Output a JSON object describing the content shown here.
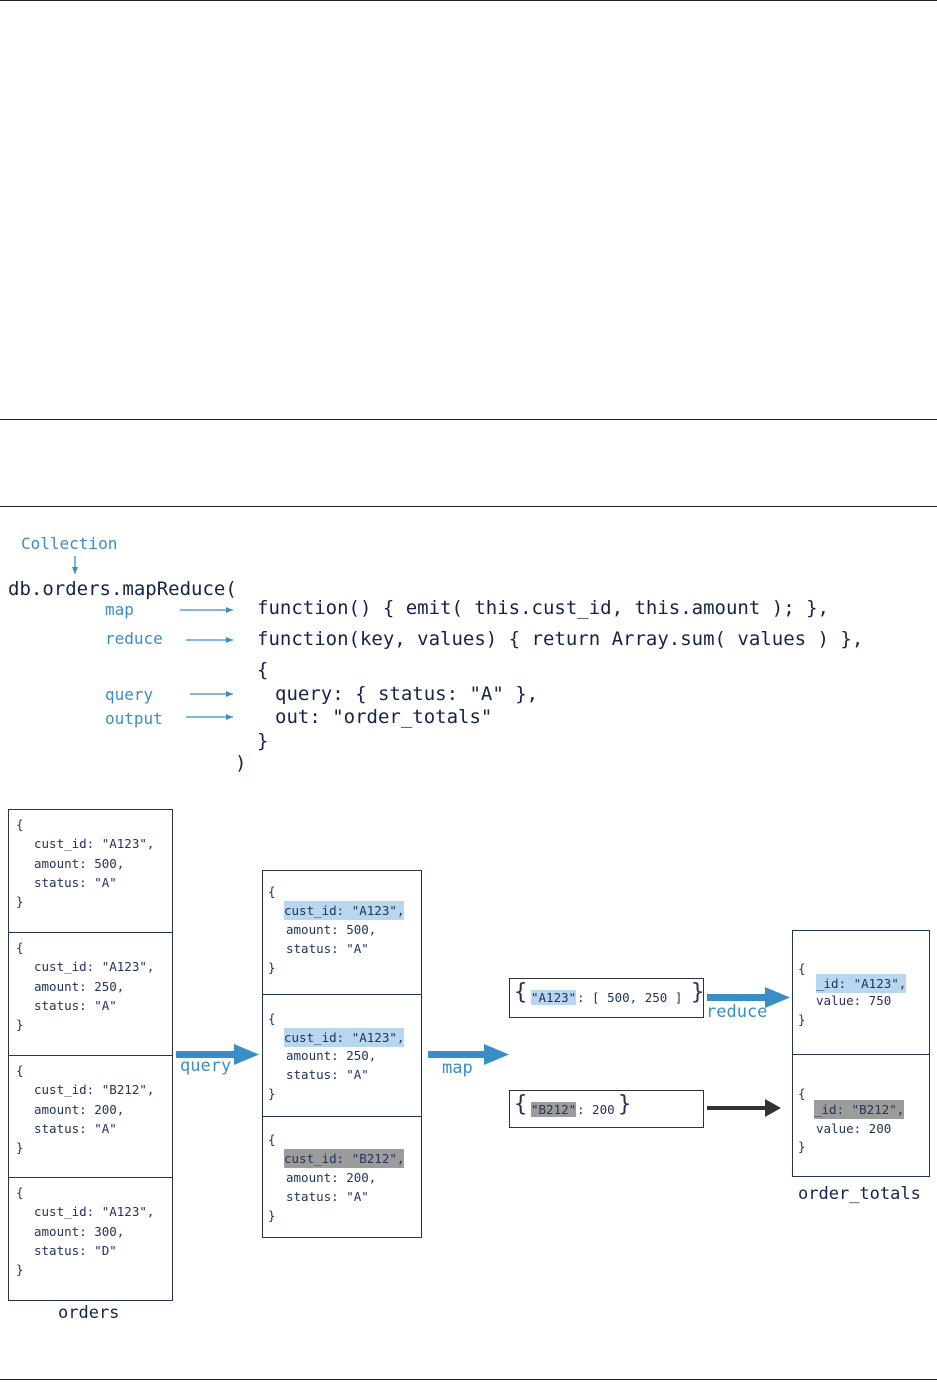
{
  "code": {
    "collection_label": "Collection",
    "line_head": "db.orders.mapReduce(",
    "map_label": "map",
    "map_code": "function() { emit( this.cust_id, this.amount ); },",
    "reduce_label": "reduce",
    "reduce_code": "function(key, values) { return Array.sum( values ) },",
    "open_brace": "{",
    "query_label": "query",
    "query_code": "query: { status: \"A\" },",
    "output_label": "output",
    "output_code": "out: \"order_totals\"",
    "close_brace": "}",
    "close_paren": ")"
  },
  "orders": {
    "caption": "orders",
    "docs": [
      {
        "cust": "cust_id: \"A123\",",
        "amount": "amount: 500,",
        "status": "status: \"A\""
      },
      {
        "cust": "cust_id: \"A123\",",
        "amount": "amount: 250,",
        "status": "status: \"A\""
      },
      {
        "cust": "cust_id: \"B212\",",
        "amount": "amount: 200,",
        "status": "status: \"A\""
      },
      {
        "cust": "cust_id: \"A123\",",
        "amount": "amount: 300,",
        "status": "status: \"D\""
      }
    ]
  },
  "query_arrow_label": "query",
  "filtered": {
    "docs": [
      {
        "cust": "cust_id: \"A123\",",
        "amount": "amount: 500,",
        "status": "status: \"A\"",
        "hl": "blue"
      },
      {
        "cust": "cust_id: \"A123\",",
        "amount": "amount: 250,",
        "status": "status: \"A\"",
        "hl": "blue"
      },
      {
        "cust": "cust_id: \"B212\",",
        "amount": "amount: 200,",
        "status": "status: \"A\"",
        "hl": "gray"
      }
    ]
  },
  "map_arrow_label": "map",
  "mapped": [
    {
      "key": "\"A123\"",
      "rest": ": [ 500, 250 ]",
      "hl": "blue"
    },
    {
      "key": "\"B212\"",
      "rest": ": 200",
      "hl": "gray"
    }
  ],
  "reduce_arrow_label": "reduce",
  "order_totals": {
    "caption": "order_totals",
    "docs": [
      {
        "id": "_id: \"A123\",",
        "value": "value: 750",
        "hl": "blue"
      },
      {
        "id": "_id: \"B212\",",
        "value": "value: 200",
        "hl": "gray"
      }
    ]
  },
  "colors": {
    "accent": "#3a8ec8",
    "dark": "#14234b",
    "highlight_blue": "#b8d6ee",
    "highlight_gray": "#9c9c9c"
  }
}
